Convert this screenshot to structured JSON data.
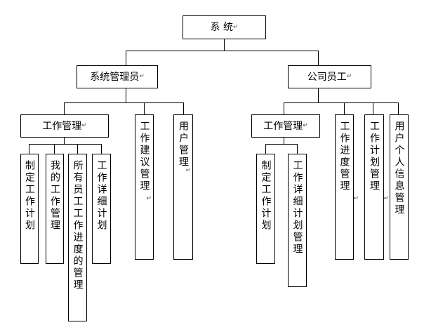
{
  "root": {
    "label": "系 统"
  },
  "branches": [
    {
      "label": "系统管理员",
      "children": [
        {
          "label": "工作管理",
          "children": [
            "制定工作计划",
            "我的工作管理",
            "所有员工工作进度的管理",
            "工作详细计划"
          ]
        },
        {
          "label": "工作建议管理"
        },
        {
          "label": "用户管理"
        }
      ]
    },
    {
      "label": "公司员工",
      "children": [
        {
          "label": "工作管理",
          "children": [
            "制定工作计划",
            "工作详细计划管理"
          ]
        },
        {
          "label": "工作进度管理"
        },
        {
          "label": "工作计划管理"
        },
        {
          "label": "用户个人信息管理"
        }
      ]
    }
  ],
  "paragraph_mark": "↵"
}
